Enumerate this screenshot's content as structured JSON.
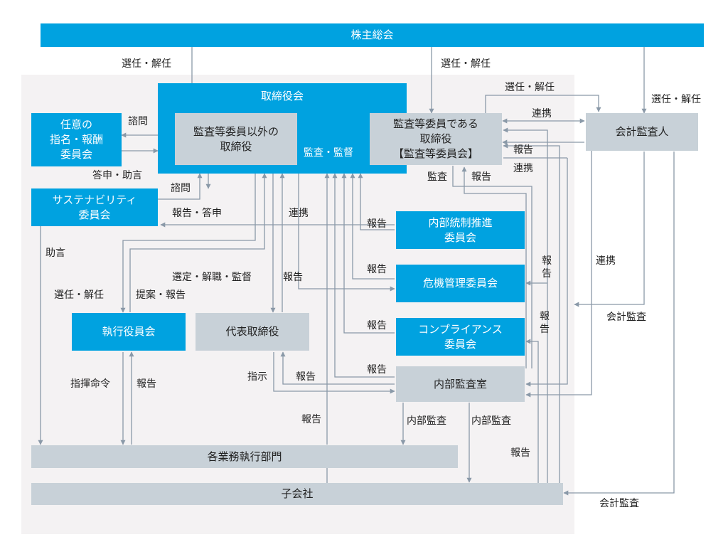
{
  "nodes": {
    "shareholders": "株主総会",
    "board": "取締役会",
    "directors_non_audit": "監査等委員以外の\n取締役",
    "audit_directors": "監査等委員である\n取締役\n【監査等委員会】",
    "accounting_auditor": "会計監査人",
    "nomination_committee": "任意の\n指名・報酬\n委員会",
    "sustainability_committee": "サステナビリティ\n委員会",
    "internal_control_committee": "内部統制推進\n委員会",
    "risk_committee": "危機管理委員会",
    "compliance_committee": "コンプライアンス\n委員会",
    "internal_audit_office": "内部監査室",
    "executive_committee": "執行役員会",
    "representative_director": "代表取締役",
    "business_divisions": "各業務執行部門",
    "subsidiaries": "子会社"
  },
  "labels": {
    "elect_left": "選任・解任",
    "elect_middle": "選任・解任",
    "elect_right": "選任・解任",
    "elect_top": "選任・解任",
    "consult_nomination": "諮問",
    "report_advise_nomination": "答申・助言",
    "consult_sustainability": "諮問",
    "report_answer_sustainability": "報告・答申",
    "audit_supervise": "監査・監督",
    "cooperate_top": "連携",
    "report_accounting": "報告",
    "cooperate_mid": "連携",
    "audit_label": "監査",
    "report_label": "報告",
    "cooperate_internal": "連携",
    "report_internal_control": "報告",
    "report_risk": "報告",
    "report_compliance": "報告",
    "report_internal_audit": "報告",
    "report_vertical_1": "報\n告",
    "report_vertical_2": "報\n告",
    "cooperate_accounting_internal": "連携",
    "accounting_audit_mid": "会計監査",
    "accounting_audit_bottom": "会計監査",
    "advice": "助言",
    "elect_executive": "選任・解任",
    "propose_report": "提案・報告",
    "select_dismiss_supervise": "選定・解職・監督",
    "report_rep": "報告",
    "command": "指揮命令",
    "report_exec": "報告",
    "instruction": "指示",
    "report_instruction": "報告",
    "report_subsidiary": "報告",
    "internal_audit_1": "内部監査",
    "internal_audit_2": "内部監査",
    "report_bottom_right": "報告"
  },
  "colors": {
    "blue": "#00a2e0",
    "gray": "#c8d1d8",
    "line": "#8a99a8",
    "background": "#f4f2f3"
  }
}
